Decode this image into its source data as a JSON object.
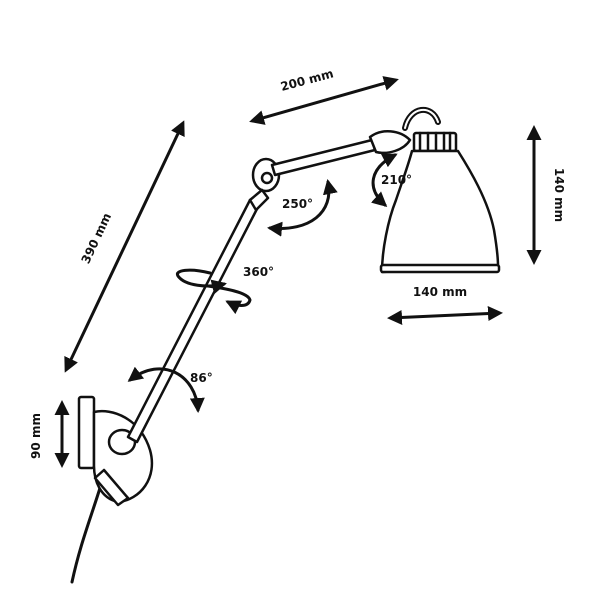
{
  "dimensions": {
    "arm_upper_length": "200 mm",
    "arm_lower_length": "390 mm",
    "shade_height": "140 mm",
    "shade_width": "140 mm",
    "wall_plate_height": "90 mm"
  },
  "rotations": {
    "shade_tilt": "210°",
    "elbow": "250°",
    "arm_spin": "360°",
    "base_pivot": "86°"
  },
  "colors": {
    "line": "#111111",
    "background": "#ffffff"
  }
}
